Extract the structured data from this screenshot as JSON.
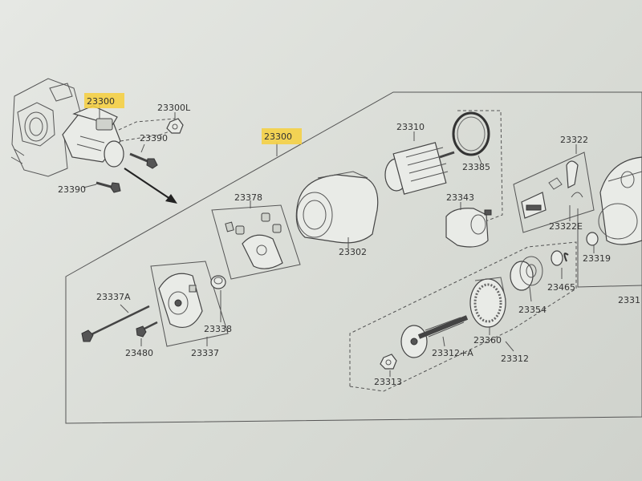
{
  "labels": {
    "main_assembly": "23300",
    "sub_assembly": "23300",
    "bolt_nut": "23300L",
    "bolt_upper": "23390",
    "bolt_lower": "23390",
    "brush_holder_kit": "23378",
    "armature": "23310",
    "seal_ring": "23385",
    "magnetic_switch": "23343",
    "yoke": "23302",
    "lever_kit": "23322",
    "lever_kit_e": "23322E",
    "bushing_319": "23319",
    "housing_cut": "2331",
    "through_bolt": "23337A",
    "screw": "23480",
    "rear_cover": "23337",
    "bushing": "23338",
    "pinion": "23354",
    "stopper_clip": "23465",
    "internal_gear": "23360",
    "shaft": "23312+A",
    "nut": "23313",
    "gear_assembly": "23312"
  },
  "colors": {
    "highlight": "#f6cf3c",
    "line": "#555555",
    "background": "#dcdfd9"
  }
}
